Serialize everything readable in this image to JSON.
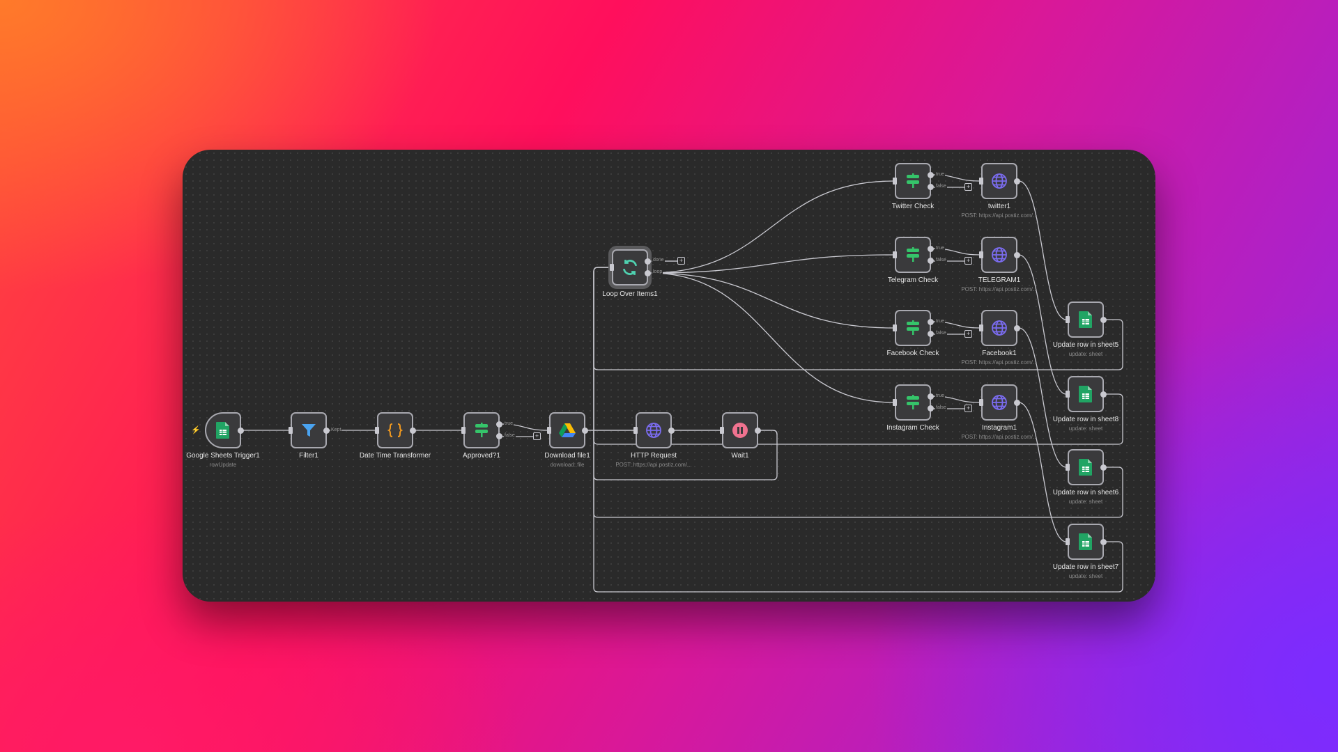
{
  "nodes": [
    {
      "id": "gs",
      "label": "Google Sheets Trigger1",
      "sub": "rowUpdate",
      "icon": "sheets-icon"
    },
    {
      "id": "filter",
      "label": "Filter1",
      "sub": "",
      "icon": "filter-icon"
    },
    {
      "id": "dt",
      "label": "Date Time Transformer",
      "sub": "",
      "icon": "braces-icon"
    },
    {
      "id": "appr",
      "label": "Approved?1",
      "sub": "",
      "icon": "signpost-icon"
    },
    {
      "id": "dl",
      "label": "Download file1",
      "sub": "download: file",
      "icon": "google-drive-icon"
    },
    {
      "id": "http",
      "label": "HTTP Request",
      "sub": "POST: https://api.postiz.com/...",
      "icon": "globe-icon"
    },
    {
      "id": "wait",
      "label": "Wait1",
      "sub": "",
      "icon": "pause-icon"
    },
    {
      "id": "loop",
      "label": "Loop Over Items1",
      "sub": "",
      "icon": "refresh-icon"
    },
    {
      "id": "twc",
      "label": "Twitter Check",
      "sub": "",
      "icon": "signpost-icon"
    },
    {
      "id": "tw",
      "label": "twitter1",
      "sub": "POST: https://api.postiz.com/...",
      "icon": "globe-icon"
    },
    {
      "id": "tgc",
      "label": "Telegram Check",
      "sub": "",
      "icon": "signpost-icon"
    },
    {
      "id": "tg",
      "label": "TELEGRAM1",
      "sub": "POST: https://api.postiz.com/...",
      "icon": "globe-icon"
    },
    {
      "id": "fbc",
      "label": "Facebook Check",
      "sub": "",
      "icon": "signpost-icon"
    },
    {
      "id": "fb",
      "label": "Facebook1",
      "sub": "POST: https://api.postiz.com/...",
      "icon": "globe-icon"
    },
    {
      "id": "igc",
      "label": "Instagram Check",
      "sub": "",
      "icon": "signpost-icon"
    },
    {
      "id": "ig",
      "label": "Instagram1",
      "sub": "POST: https://api.postiz.com/...",
      "icon": "globe-icon"
    },
    {
      "id": "s5",
      "label": "Update row in sheet5",
      "sub": "update: sheet",
      "icon": "sheets-icon"
    },
    {
      "id": "s8",
      "label": "Update row in sheet8",
      "sub": "update: sheet",
      "icon": "sheets-icon"
    },
    {
      "id": "s6",
      "label": "Update row in sheet6",
      "sub": "update: sheet",
      "icon": "sheets-icon"
    },
    {
      "id": "s7",
      "label": "Update row in sheet7",
      "sub": "update: sheet",
      "icon": "sheets-icon"
    }
  ],
  "port_labels": {
    "kept": "Kept",
    "true": "true",
    "false": "false",
    "done": "done",
    "loop": "loop"
  },
  "plus_symbol": "+",
  "colors": {
    "sheets": "#21a464",
    "filter": "#4aa3f0",
    "braces": "#f29a1f",
    "signpost": "#35c46a",
    "globe": "#7b6cf0",
    "pause": "#f0728f",
    "refresh": "#4fd1b0",
    "edge": "#c9c9d0"
  }
}
